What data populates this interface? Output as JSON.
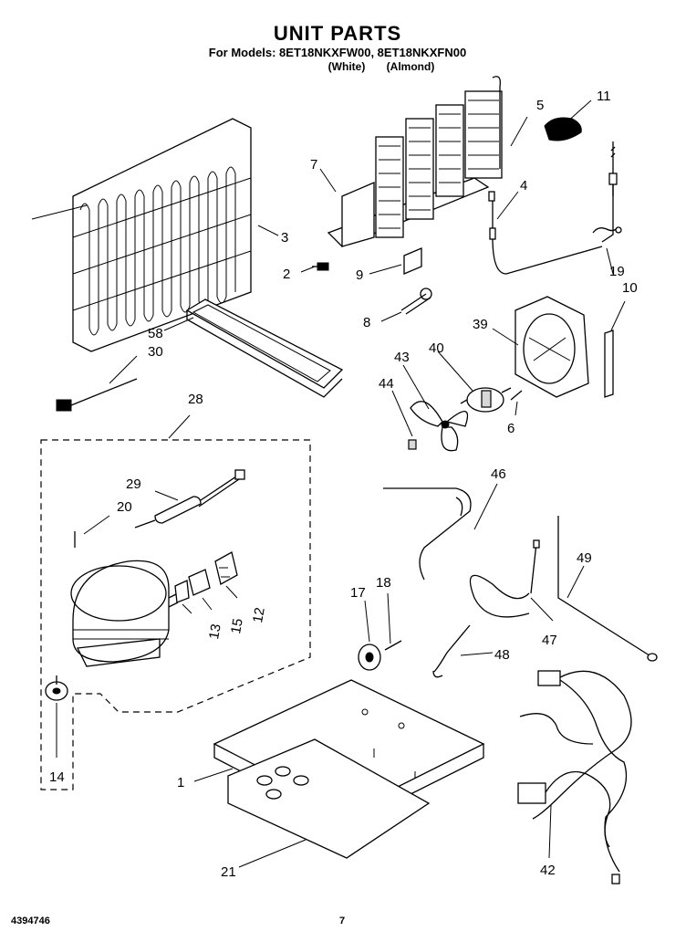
{
  "header": {
    "title": "UNIT PARTS",
    "models_line": "For Models: 8ET18NKXFW00, 8ET18NKXFN00",
    "variant_white": "(White)",
    "variant_almond": "(Almond)"
  },
  "footer": {
    "doc_number": "4394746",
    "page_number": "7"
  },
  "callouts": {
    "c1": "1",
    "c2": "2",
    "c3": "3",
    "c4": "4",
    "c5": "5",
    "c6": "6",
    "c7": "7",
    "c8": "8",
    "c9": "9",
    "c10": "10",
    "c11": "11",
    "c12": "12",
    "c13": "13",
    "c14": "14",
    "c15": "15",
    "c17": "17",
    "c18": "18",
    "c19": "19",
    "c20": "20",
    "c21": "21",
    "c28": "28",
    "c29": "29",
    "c30": "30",
    "c39": "39",
    "c40": "40",
    "c42": "42",
    "c43": "43",
    "c44": "44",
    "c46": "46",
    "c47": "47",
    "c48": "48",
    "c49": "49",
    "c58": "58"
  }
}
